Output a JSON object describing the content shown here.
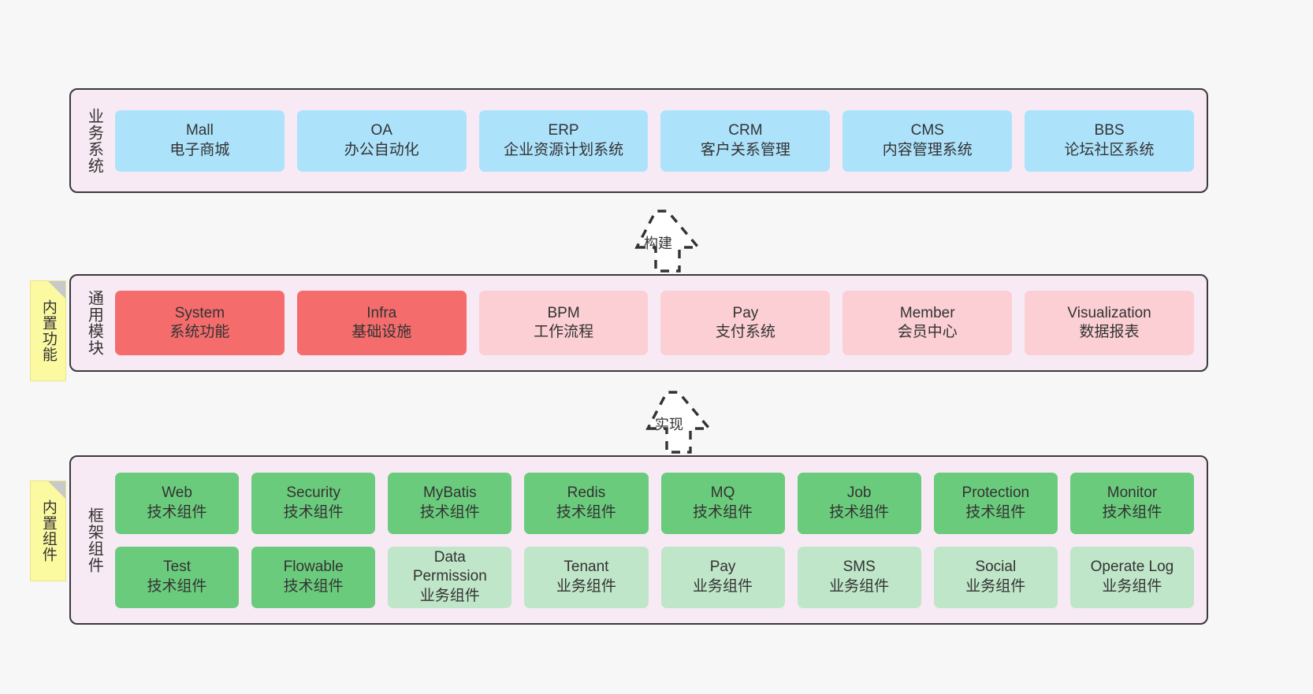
{
  "diagram": {
    "background": "#f7f7f7",
    "panel_fill": "#f8eaf4",
    "panel_border": "#3a3a3a"
  },
  "layers": [
    {
      "id": "business-systems",
      "title": "业务系统",
      "cards": [
        {
          "en": "Mall",
          "cn": "电子商城",
          "color": "#ade2fb"
        },
        {
          "en": "OA",
          "cn": "办公自动化",
          "color": "#ade2fb"
        },
        {
          "en": "ERP",
          "cn": "企业资源计划系统",
          "color": "#ade2fb"
        },
        {
          "en": "CRM",
          "cn": "客户关系管理",
          "color": "#ade2fb"
        },
        {
          "en": "CMS",
          "cn": "内容管理系统",
          "color": "#ade2fb"
        },
        {
          "en": "BBS",
          "cn": "论坛社区系统",
          "color": "#ade2fb"
        }
      ]
    },
    {
      "id": "common-modules",
      "title": "通用模块",
      "note": "内置功能",
      "cards": [
        {
          "en": "System",
          "cn": "系统功能",
          "color": "#f56c6c"
        },
        {
          "en": "Infra",
          "cn": "基础设施",
          "color": "#f56c6c"
        },
        {
          "en": "BPM",
          "cn": "工作流程",
          "color": "#fbcfd4"
        },
        {
          "en": "Pay",
          "cn": "支付系统",
          "color": "#fbcfd4"
        },
        {
          "en": "Member",
          "cn": "会员中心",
          "color": "#fbcfd4"
        },
        {
          "en": "Visualization",
          "cn": "数据报表",
          "color": "#fbcfd4"
        }
      ]
    },
    {
      "id": "framework-components",
      "title": "框架组件",
      "note": "内置组件",
      "rows": [
        [
          {
            "en": "Web",
            "cn": "技术组件",
            "color": "#6bcb7c"
          },
          {
            "en": "Security",
            "cn": "技术组件",
            "color": "#6bcb7c"
          },
          {
            "en": "MyBatis",
            "cn": "技术组件",
            "color": "#6bcb7c"
          },
          {
            "en": "Redis",
            "cn": "技术组件",
            "color": "#6bcb7c"
          },
          {
            "en": "MQ",
            "cn": "技术组件",
            "color": "#6bcb7c"
          },
          {
            "en": "Job",
            "cn": "技术组件",
            "color": "#6bcb7c"
          },
          {
            "en": "Protection",
            "cn": "技术组件",
            "color": "#6bcb7c"
          },
          {
            "en": "Monitor",
            "cn": "技术组件",
            "color": "#6bcb7c"
          }
        ],
        [
          {
            "en": "Test",
            "cn": "技术组件",
            "color": "#6bcb7c"
          },
          {
            "en": "Flowable",
            "cn": "技术组件",
            "color": "#6bcb7c"
          },
          {
            "en": "Data Permission",
            "cn": "业务组件",
            "color": "#bfe6c8"
          },
          {
            "en": "Tenant",
            "cn": "业务组件",
            "color": "#bfe6c8"
          },
          {
            "en": "Pay",
            "cn": "业务组件",
            "color": "#bfe6c8"
          },
          {
            "en": "SMS",
            "cn": "业务组件",
            "color": "#bfe6c8"
          },
          {
            "en": "Social",
            "cn": "业务组件",
            "color": "#bfe6c8"
          },
          {
            "en": "Operate Log",
            "cn": "业务组件",
            "color": "#bfe6c8"
          }
        ]
      ]
    }
  ],
  "connectors": [
    {
      "id": "build",
      "label": "构建",
      "style": "dashed-hollow-arrow-up"
    },
    {
      "id": "implement",
      "label": "实现",
      "style": "dashed-hollow-arrow-up"
    }
  ]
}
